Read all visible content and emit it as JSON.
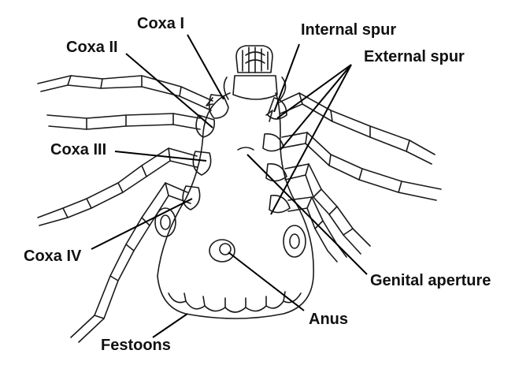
{
  "diagram": {
    "labels": {
      "coxa_i": "Coxa I",
      "coxa_ii": "Coxa II",
      "coxa_iii": "Coxa III",
      "coxa_iv": "Coxa IV",
      "internal_spur": "Internal spur",
      "external_spur": "External spur",
      "genital_aperture": "Genital aperture",
      "anus": "Anus",
      "festoons": "Festoons"
    },
    "colors": {
      "ink": "#1a1a1a",
      "background": "#ffffff"
    }
  }
}
